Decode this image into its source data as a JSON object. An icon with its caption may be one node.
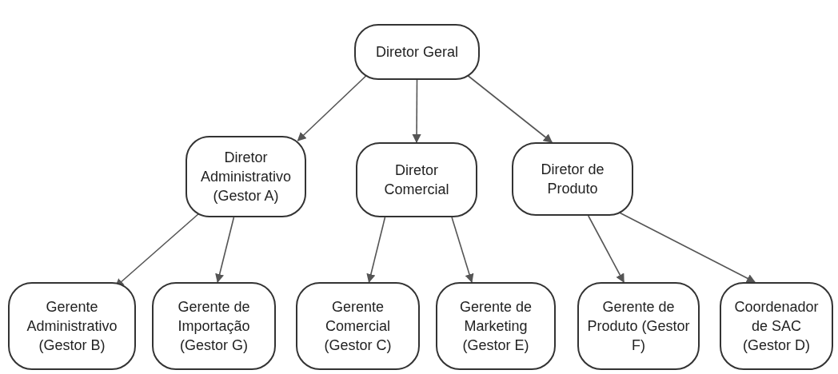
{
  "diagram": {
    "nodes": [
      {
        "text": [
          "Diretor Geral"
        ]
      },
      {
        "text": [
          "Diretor Administrativo (Gestor A)"
        ]
      },
      {
        "text": [
          "Diretor Comercial"
        ]
      },
      {
        "text": [
          "Diretor de Produto"
        ]
      },
      {
        "text": [
          "Gerente Administrativo (Gestor B)"
        ]
      },
      {
        "text": [
          "Gerente de Importação (Gestor G)"
        ]
      },
      {
        "text": [
          "Gerente Comercial (Gestor C)"
        ]
      },
      {
        "text": [
          "Gerente de Marketing (Gestor E)"
        ]
      },
      {
        "text": [
          "Gerente de Produto (Gestor F)"
        ]
      },
      {
        "text": [
          "Coordenador de SAC (Gestor D)"
        ]
      }
    ],
    "edges": [
      {
        "from": 0,
        "to": 1,
        "arrow": "to"
      },
      {
        "from": 0,
        "to": 2,
        "arrow": "to"
      },
      {
        "from": 0,
        "to": 3,
        "arrow": "to"
      },
      {
        "from": 1,
        "to": 4,
        "arrow": "to"
      },
      {
        "from": 1,
        "to": 5,
        "arrow": "to"
      },
      {
        "from": 2,
        "to": 6,
        "arrow": "to"
      },
      {
        "from": 2,
        "to": 7,
        "arrow": "to"
      },
      {
        "from": 3,
        "to": 8,
        "arrow": "to"
      },
      {
        "from": 3,
        "to": 9,
        "arrow": "to"
      }
    ]
  }
}
